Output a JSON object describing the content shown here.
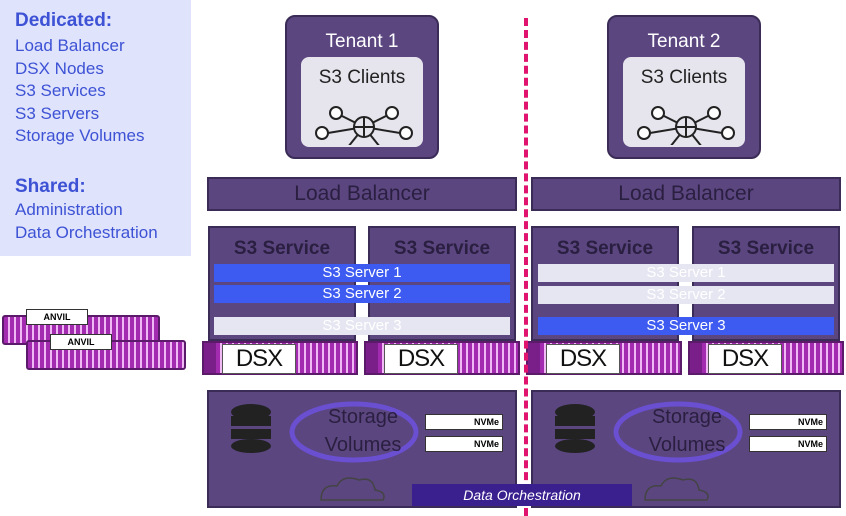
{
  "legend": {
    "dedicated_heading": "Dedicated:",
    "dedicated_items": [
      "Load Balancer",
      "DSX Nodes",
      "S3 Services",
      "S3 Servers",
      "Storage Volumes"
    ],
    "shared_heading": "Shared:",
    "shared_items": [
      "Administration",
      "Data Orchestration"
    ]
  },
  "tenants": [
    {
      "title": "Tenant 1",
      "clients_label": "S3 Clients"
    },
    {
      "title": "Tenant 2",
      "clients_label": "S3 Clients"
    }
  ],
  "load_balancer_label": "Load Balancer",
  "s3_service_label": "S3 Service",
  "servers": {
    "left": [
      {
        "label": "S3 Server 1",
        "state": "active"
      },
      {
        "label": "S3 Server 2",
        "state": "active"
      },
      {
        "label": "S3 Server 3",
        "state": "inactive"
      }
    ],
    "right": [
      {
        "label": "S3 Server 1",
        "state": "inactive"
      },
      {
        "label": "S3 Server 2",
        "state": "inactive"
      },
      {
        "label": "S3 Server 3",
        "state": "active"
      }
    ]
  },
  "dsx_label": "DSX",
  "storage": {
    "line1": "Storage",
    "line2": "Volumes",
    "nvme_label": "NVMe"
  },
  "anvil_label": "ANVIL",
  "data_orchestration_label": "Data Orchestration",
  "colors": {
    "panel": "#5b4680",
    "active_server": "#3d5bf0",
    "divider": "#e0146e",
    "dsx": "#a32bb0",
    "legend_text": "#3d52d5"
  }
}
